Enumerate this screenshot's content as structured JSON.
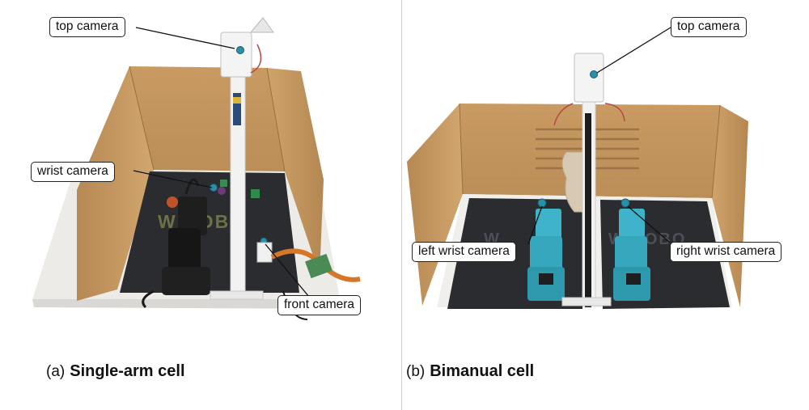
{
  "panels": [
    {
      "letter": "(a)",
      "title": "Single-arm cell",
      "callouts": {
        "top_camera": "top camera",
        "wrist_camera": "wrist camera",
        "front_camera": "front camera"
      },
      "mat_logo": "W ROBO"
    },
    {
      "letter": "(b)",
      "title": "Bimanual cell",
      "callouts": {
        "top_camera": "top camera",
        "left_wrist_camera": "left wrist camera",
        "right_wrist_camera": "right wrist camera"
      },
      "mat_logo_left": "W",
      "mat_logo_right": "W ROBO"
    }
  ],
  "colors": {
    "cardboard": "#c79a63",
    "cardboard_dark": "#a97c49",
    "mat": "#2b2c2f",
    "arm_black": "#1c1c1c",
    "arm_blue": "#3fb3c9",
    "stand": "#eeeeee"
  }
}
